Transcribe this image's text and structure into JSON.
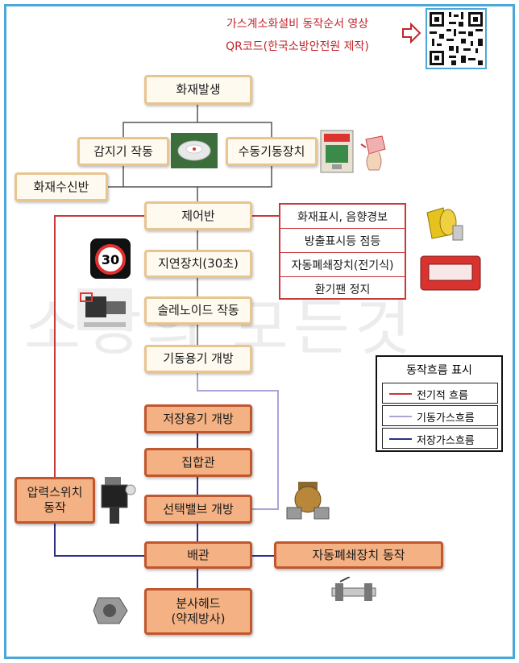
{
  "qr_note": {
    "line1": "가스계소화설비 동작순서 영상",
    "line2": "QR코드(한국소방안전원 제작)"
  },
  "boxes": {
    "fire": "화재발생",
    "detector": "감지기 작동",
    "manual": "수동기동장치",
    "receiver": "화재수신반",
    "control": "제어반",
    "delay": "지연장치(30초)",
    "solenoid": "솔레노이드 작동",
    "pilot_open": "기동용기 개방",
    "storage_open": "저장용기 개방",
    "manifold": "집합관",
    "selector": "선택밸브 개방",
    "pressure_switch": "압력스위치\n동작",
    "pipe": "배관",
    "auto_damper": "자동폐쇄장치 동작",
    "nozzle": "분사헤드\n(약제방사)"
  },
  "control_outputs": [
    "화재표시, 음향경보",
    "방출표시등 점등",
    "자동폐쇄장치(전기식)",
    "환기팬 정지"
  ],
  "delay_badge": "30",
  "watermark": "소방의 모든것",
  "legend": {
    "title": "동작흐름 표시",
    "items": [
      {
        "label": "전기적 흐름",
        "color": "#c8393a"
      },
      {
        "label": "기동가스흐름",
        "color": "#a9a6d6"
      },
      {
        "label": "저장가스흐름",
        "color": "#2c2f86"
      }
    ]
  },
  "colors": {
    "frame": "#4aa8d8",
    "electric": "#c8393a",
    "pilot_gas": "#a9a6d6",
    "storage_gas": "#2c2f86",
    "qr_text": "#c0272d"
  }
}
